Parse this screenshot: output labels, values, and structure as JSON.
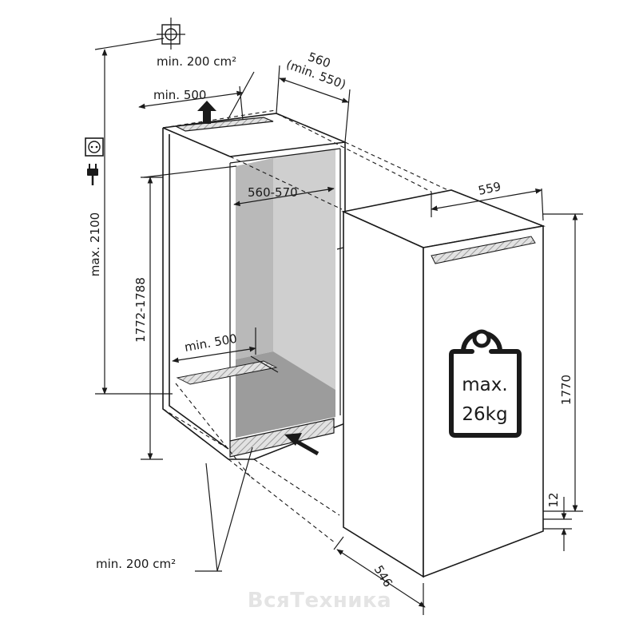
{
  "labels": {
    "top_vent": "min. 200 cm²",
    "top_depth": "min. 500",
    "niche_width": "560",
    "niche_width_min": "(min. 550)",
    "inner_depth": "560-570",
    "niche_height": "1772-1788",
    "max_height": "max. 2100",
    "floor_depth": "min. 500",
    "bottom_vent": "min. 200 cm²",
    "appliance_width": "559",
    "appliance_height": "1770",
    "door_gap": "12",
    "appliance_depth": "546",
    "weight_line1": "max.",
    "weight_line2": "26kg"
  },
  "watermark": "ВсяТехника",
  "icons": [
    "crosshair-symbol-icon",
    "power-socket-icon",
    "power-plug-icon",
    "weight-icon",
    "airflow-arrow-up-icon",
    "airflow-arrow-in-icon"
  ],
  "colors": {
    "line": "#1a1a1a",
    "niche_inner": "#b9b9b9",
    "niche_floor": "#9c9c9c",
    "vent": "#d8d8d8",
    "watermark": "#e4e4e4"
  }
}
